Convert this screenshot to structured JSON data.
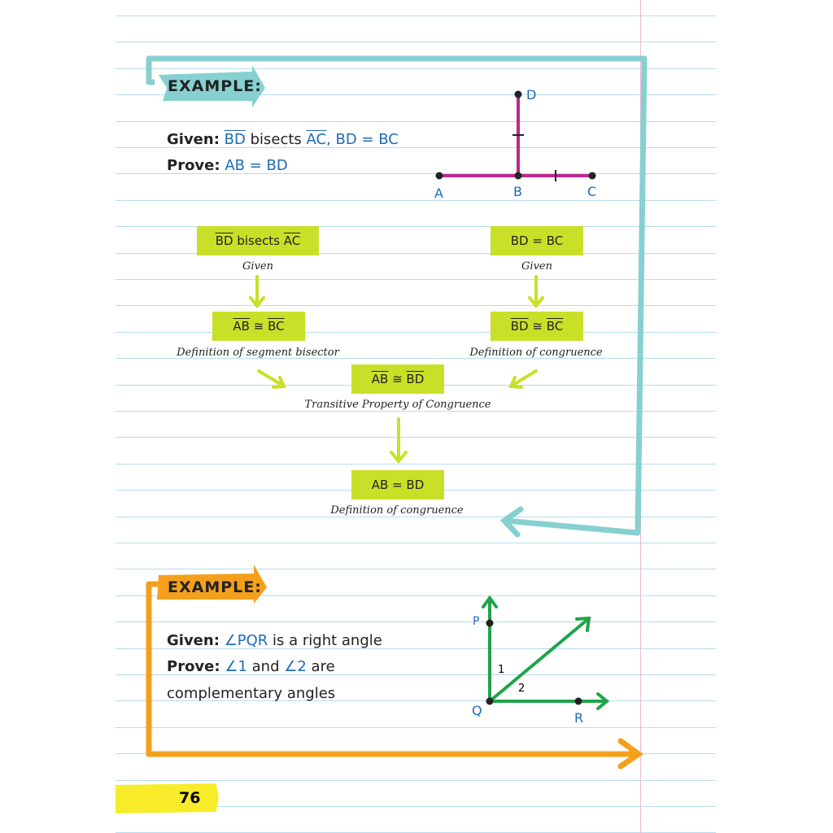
{
  "example1": {
    "heading": "EXAMPLE:",
    "given_label": "Given:",
    "given_seg1": "BD",
    "given_mid": " bisects ",
    "given_seg2": "AC",
    "given_rest": ", BD = BC",
    "prove_label": "Prove:",
    "prove_text": "AB = BD",
    "diagram_labels": {
      "a": "A",
      "b": "B",
      "c": "C",
      "d": "D"
    },
    "proof": [
      {
        "seg1": "BD",
        "text": " bisects ",
        "seg2": "AC",
        "reason": "Given"
      },
      {
        "text": "BD = BC",
        "reason": "Given"
      },
      {
        "seg1": "AB",
        "text": " ≅ ",
        "seg2": "BC",
        "reason": "Definition of segment bisector"
      },
      {
        "seg1": "BD",
        "text": " ≅ ",
        "seg2": "BC",
        "reason": "Definition of congruence"
      },
      {
        "seg1": "AB",
        "text": " ≅ ",
        "seg2": "BD",
        "reason": "Transitive Property of Congruence"
      },
      {
        "text": "AB = BD",
        "reason": "Definition of congruence"
      }
    ]
  },
  "example2": {
    "heading": "EXAMPLE:",
    "given_label": "Given:",
    "given_angle": "∠PQR",
    "given_rest": " is a right angle",
    "prove_label": "Prove:",
    "prove_angle1": "∠1",
    "prove_and": " and ",
    "prove_angle2": "∠2",
    "prove_rest": " are",
    "prove_line2": "complementary angles",
    "diagram_labels": {
      "p": "P",
      "q": "Q",
      "r": "R",
      "one": "1",
      "two": "2"
    }
  },
  "page_number": "76",
  "colors": {
    "teal": "#86d0d0",
    "orange": "#f4a01c",
    "lime": "#c9e028",
    "magenta": "#c0268c",
    "green": "#1fa34a",
    "blue": "#1f6bb5",
    "yellow": "#f8ec2a"
  }
}
